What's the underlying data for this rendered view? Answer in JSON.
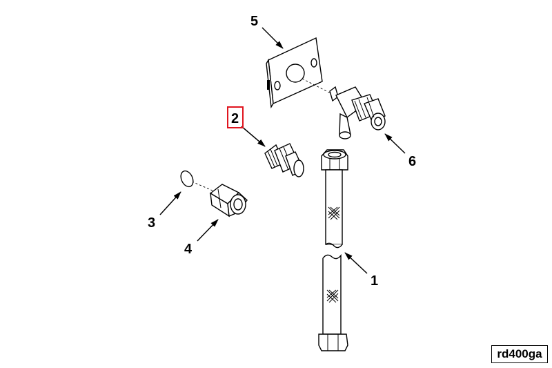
{
  "diagram": {
    "reference_code": "rd400ga",
    "highlight_color": "#e0141e",
    "callouts": [
      {
        "id": "1",
        "label": "1"
      },
      {
        "id": "2",
        "label": "2",
        "highlighted": true
      },
      {
        "id": "3",
        "label": "3"
      },
      {
        "id": "4",
        "label": "4"
      },
      {
        "id": "5",
        "label": "5"
      },
      {
        "id": "6",
        "label": "6"
      }
    ]
  }
}
